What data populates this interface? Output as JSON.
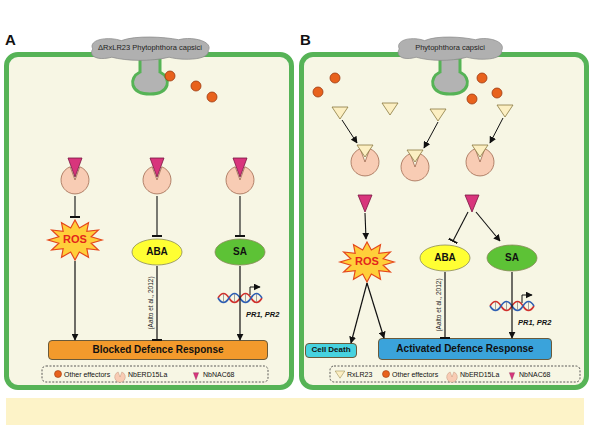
{
  "diagram": {
    "nodes": [
      {
        "text": [
          "A"
        ]
      },
      {
        "text": [
          "ΔRxLR23 Phytophthora capsici"
        ],
        "in": 0
      },
      {
        "text": [
          "ROS"
        ],
        "in": 0
      },
      {
        "text": [
          "ABA"
        ],
        "in": 0
      },
      {
        "text": [
          "SA"
        ],
        "in": 0
      },
      {
        "text": [
          "Blocked Defence Response"
        ],
        "in": 0
      },
      {
        "text": [
          "B"
        ]
      },
      {
        "text": [
          "Phytophthora capsici"
        ],
        "in": 6
      },
      {
        "text": [
          "ROS"
        ],
        "in": 6
      },
      {
        "text": [
          "ABA"
        ],
        "in": 6
      },
      {
        "text": [
          "SA"
        ],
        "in": 6
      },
      {
        "text": [
          "Cell Death"
        ],
        "in": 6
      },
      {
        "text": [
          "Activated Defence Response"
        ],
        "in": 6
      }
    ],
    "edges": [
      {
        "from": 2,
        "to": 5,
        "arrow": "to"
      },
      {
        "from": 3,
        "to": 5,
        "label": "(Aalto et al., 2012)",
        "arrow": "to"
      },
      {
        "from": 4,
        "to": 5,
        "arrow": "to"
      },
      {
        "from": 8,
        "to": 11,
        "arrow": "to"
      },
      {
        "from": 8,
        "to": 12,
        "arrow": "to"
      },
      {
        "from": 9,
        "to": 12,
        "label": "(Aalto et al., 2012)",
        "arrow": "to"
      },
      {
        "from": 10,
        "to": 12,
        "arrow": "to"
      }
    ],
    "labels": [
      "PR1, PR2",
      "PR1, PR2"
    ],
    "legend": [
      {
        "text": "Other effectors"
      },
      {
        "text": "NbERD15La"
      },
      {
        "text": "NbNAC68"
      },
      {
        "text": "RxLR23"
      },
      {
        "text": "Other effectors"
      },
      {
        "text": "NbERD15La"
      },
      {
        "text": "NbNAC68"
      }
    ]
  }
}
